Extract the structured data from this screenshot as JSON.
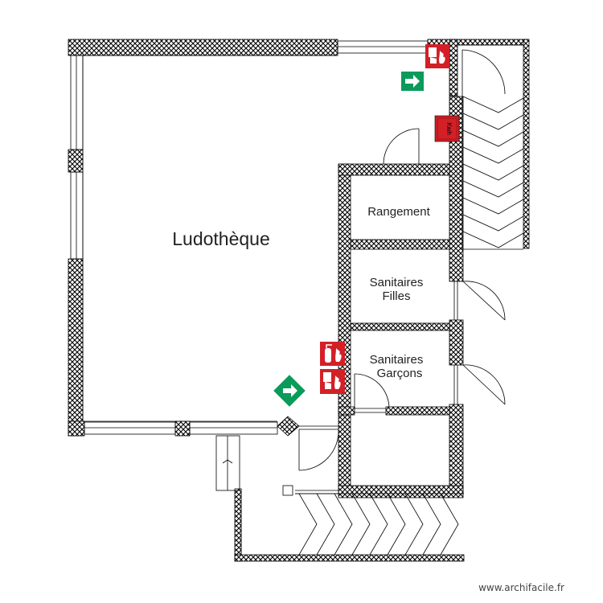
{
  "rooms": {
    "main": "Ludothèque",
    "storage": "Rangement",
    "wc_girls_line1": "Sanitaires",
    "wc_girls_line2": "Filles",
    "wc_boys_line1": "Sanitaires",
    "wc_boys_line2": "Garçons"
  },
  "equipment": {
    "electrical_panel_label": "Kwh",
    "fire_alarm_icon": "fire-alarm-icon",
    "fire_extinguisher_icon": "fire-extinguisher-icon",
    "emergency_exit_icon": "emergency-exit-arrow-icon"
  },
  "colors": {
    "wall_hatch": "#000000",
    "safety_red": "#d32027",
    "exit_green": "#0a9a5a"
  },
  "watermark": "www.archifacile.fr"
}
